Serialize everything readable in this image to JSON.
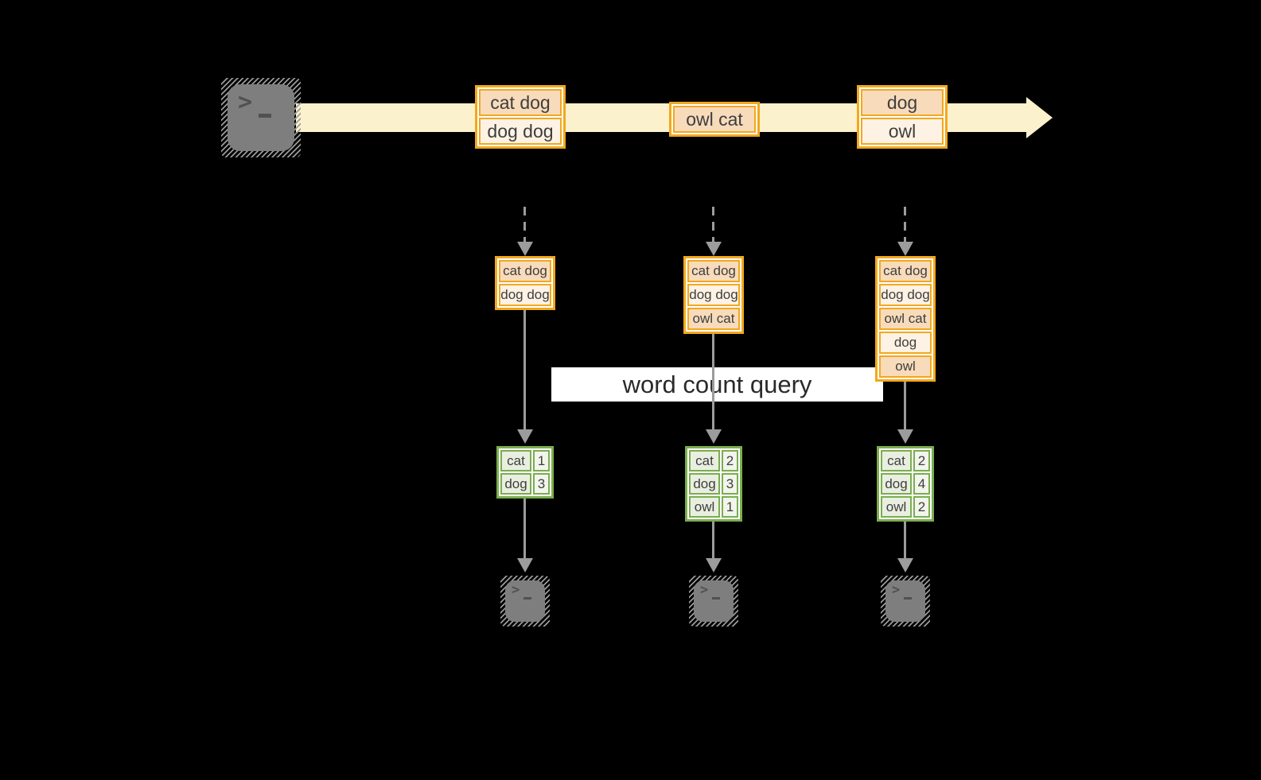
{
  "colors": {
    "background": "#000000",
    "stream_band": "#fbf2cd",
    "accent_orange": "#f2a81d",
    "fill_peach": "#f8dbbb",
    "fill_cream": "#fdf2e3",
    "accent_green": "#7bad4f",
    "fill_green": "#e9efe0",
    "arrow_gray": "#9c9c9c",
    "terminal_gray": "#7e7e7e",
    "query_band_bg": "#ffffff"
  },
  "icons": {
    "source": "terminal-icon",
    "sink": "terminal-icon",
    "stream": "right-arrow-icon",
    "delivery": "down-arrow-icon"
  },
  "query": {
    "label": "word count query"
  },
  "stream": {
    "batches": [
      {
        "records": [
          "cat dog",
          "dog dog"
        ]
      },
      {
        "records": [
          "owl cat"
        ]
      },
      {
        "records": [
          "dog",
          "owl"
        ]
      }
    ]
  },
  "columns": [
    {
      "state": [
        "cat dog",
        "dog dog"
      ],
      "counts": [
        {
          "word": "cat",
          "n": "1"
        },
        {
          "word": "dog",
          "n": "3"
        }
      ]
    },
    {
      "state": [
        "cat dog",
        "dog dog",
        "owl cat"
      ],
      "counts": [
        {
          "word": "cat",
          "n": "2"
        },
        {
          "word": "dog",
          "n": "3"
        },
        {
          "word": "owl",
          "n": "1"
        }
      ]
    },
    {
      "state": [
        "cat dog",
        "dog dog",
        "owl cat",
        "dog",
        "owl"
      ],
      "counts": [
        {
          "word": "cat",
          "n": "2"
        },
        {
          "word": "dog",
          "n": "4"
        },
        {
          "word": "owl",
          "n": "2"
        }
      ]
    }
  ]
}
